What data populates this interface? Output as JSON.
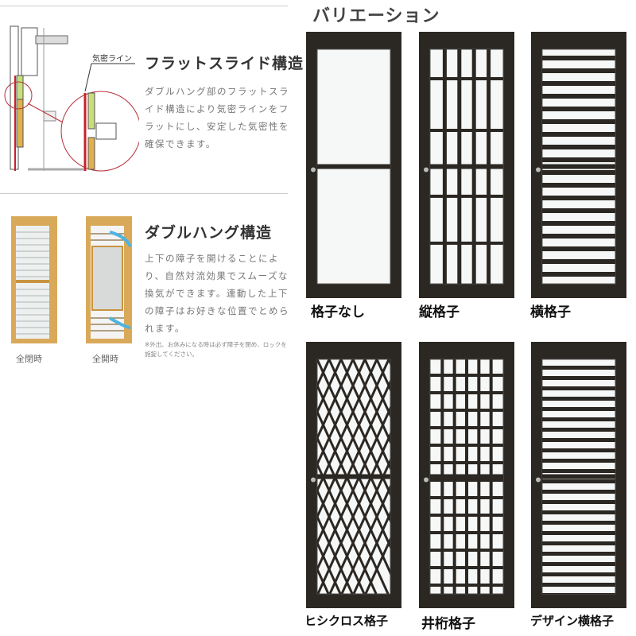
{
  "flat_slide": {
    "label_airtight": "気密ライン",
    "heading": "フラットスライド構造",
    "body": "ダブルハング部のフラットスライド構造により気密ラインをフラットにし、安定した気密性を確保できます。"
  },
  "double_hung": {
    "heading": "ダブルハング構造",
    "body": "上下の障子を開けることにより、自然対流効果でスムーズな換気ができます。連動した上下の障子はお好きな位置でとめられます。",
    "note": "※外出、お休みになる時は必ず障子を閉め、ロックを施錠してください。",
    "caption_closed": "全閉時",
    "caption_open": "全開時"
  },
  "variations": {
    "title": "バリエーション",
    "items": [
      {
        "label": "格子なし",
        "pattern": "none"
      },
      {
        "label": "縦格子",
        "pattern": "vertical"
      },
      {
        "label": "横格子",
        "pattern": "horizontal"
      },
      {
        "label": "ヒシクロス格子",
        "pattern": "diamond"
      },
      {
        "label": "井桁格子",
        "pattern": "grid"
      },
      {
        "label": "デザイン横格子",
        "pattern": "design-horizontal"
      }
    ]
  },
  "colors": {
    "frame": "#2b2722",
    "wood": "#d9a95a",
    "airtight": "#c8202a",
    "airflow": "#4fb3e0"
  }
}
